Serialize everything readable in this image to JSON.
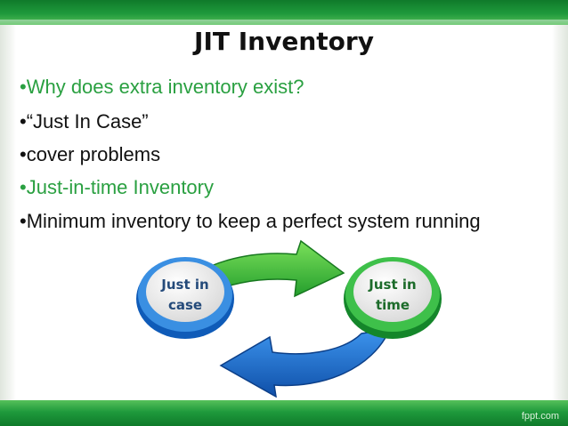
{
  "slide": {
    "title": "JIT Inventory",
    "bullets": [
      "•Why does extra inventory exist?",
      "•“Just In Case”",
      "•cover problems",
      "•Just-in-time Inventory",
      "•Minimum inventory to keep a perfect system running"
    ]
  },
  "diagram": {
    "left_label_line1": "Just in",
    "left_label_line2": "case",
    "right_label_line1": "Just in",
    "right_label_line2": "time"
  },
  "footer": {
    "watermark": "fppt.com"
  },
  "colors": {
    "brand_green": "#1f9a3c",
    "accent_green": "#2aa041",
    "arrow_blue": "#1a6fd0"
  }
}
